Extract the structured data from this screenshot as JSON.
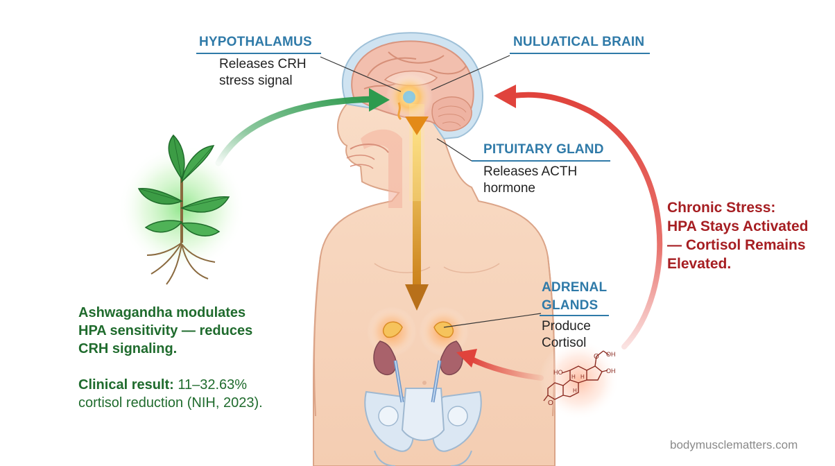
{
  "colors": {
    "label_blue": "#2f7aa8",
    "stress_red": "#a61e22",
    "herb_green": "#1f6b2d",
    "arrow_green": "#2e9a4e",
    "arrow_red": "#e0433c",
    "arrow_orange": "#c9820f",
    "skin": "#f7d6be",
    "skin_outline": "#dba488",
    "bone": "#dbe7f3"
  },
  "labels": {
    "hypothalamus": {
      "title": "HYPOTHALAMUS",
      "line1": "Releases CRH",
      "line2": "stress signal"
    },
    "brain": {
      "title": "NULUATICAL BRAIN"
    },
    "pituitary": {
      "title": "PITUITARY GLAND",
      "line1": "Releases ACTH",
      "line2": "hormone"
    },
    "adrenal": {
      "title_line1": "ADRENAL",
      "title_line2": "GLANDS",
      "line1": "Produce",
      "line2": "Cortisol"
    }
  },
  "stress_note": {
    "line1": "Chronic Stress:",
    "line2": "HPA Stays Activated",
    "line3": "— Cortisol Remains",
    "line4": "Elevated."
  },
  "ashwagandha_note": {
    "line1": "Ashwagandha modulates",
    "line2": "HPA sensitivity — reduces",
    "line3": "CRH signaling."
  },
  "clinical": {
    "prefix": "Clinical result:",
    "value": " 11–32.63%",
    "line2": "cortisol reduction (NIH, 2023)."
  },
  "molecule": {
    "atom_ho": "HO",
    "atom_o_top": "O",
    "atom_oh_top": "OH",
    "atom_oh_side": "OH",
    "atom_o_bottom": "O",
    "atom_h1": "H",
    "atom_h2": "H",
    "atom_h3": "H"
  },
  "icons": {
    "herb": "ashwagandha-plant-icon",
    "molecule": "cortisol-molecule-icon"
  },
  "watermark": "bodymusclematters.com"
}
